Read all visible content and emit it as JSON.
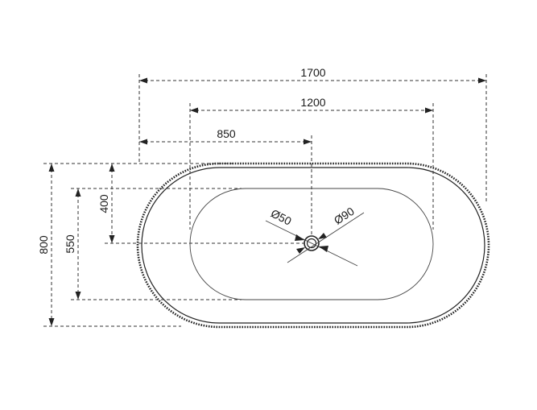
{
  "drawing": {
    "dimensions": {
      "overall_length": "1700",
      "inner_length": "1200",
      "drain_offset": "850",
      "overall_width": "800",
      "inner_width": "550",
      "drain_side_offset": "400",
      "waste_diameter": "Ø50",
      "drain_diameter": "Ø90"
    }
  }
}
